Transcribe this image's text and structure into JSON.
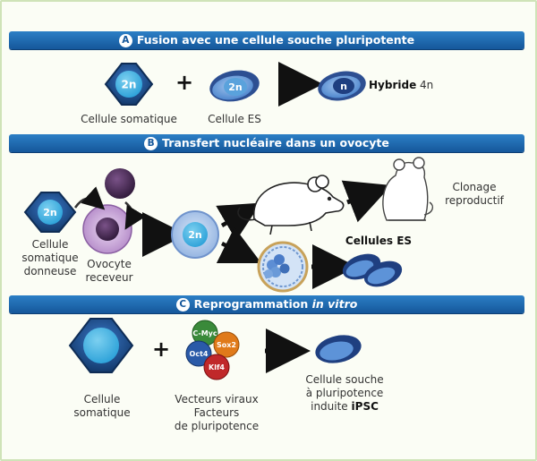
{
  "sectionA": {
    "letter": "A",
    "title": "Fusion avec une cellule souche pluripotente",
    "hex_label": "2n",
    "es_label": "2n",
    "hybrid_label": "n",
    "caption_somatic": "Cellule somatique",
    "caption_es": "Cellule ES",
    "hybrid_word": "Hybride",
    "hybrid_ploidy": "4n"
  },
  "sectionB": {
    "letter": "B",
    "title": "Transfert nucléaire dans un ovocyte",
    "hex_label": "2n",
    "cell_label": "2n",
    "caption_donor": [
      "Cellule",
      "somatique",
      "donneuse"
    ],
    "caption_oocyte": [
      "Ovocyte",
      "receveur"
    ],
    "caption_clonage": [
      "Clonage",
      "reproductif"
    ],
    "caption_es": "Cellules ES"
  },
  "sectionC": {
    "letter": "C",
    "title_prefix": "Reprogrammation",
    "title_italic": "in vitro",
    "factors": [
      "C-Myc",
      "Sox2",
      "Oct4",
      "Klf4"
    ],
    "caption_somatic": [
      "Cellule",
      "somatique"
    ],
    "caption_vectors": [
      "Vecteurs viraux",
      "Facteurs",
      "de pluripotence"
    ],
    "caption_ipsc_lines": [
      "Cellule souche",
      "à pluripotence"
    ],
    "caption_ipsc_prefix": "induite",
    "caption_ipsc_bold": "iPSC"
  },
  "colors": {
    "banner": "#1f6db5",
    "hexagon": "#1d4f8c",
    "cell_blue": "#4a86cf",
    "nucleus_dark": "#2d3a88",
    "oocyte": "#c8a6d8",
    "oocyte_dark": "#4a2a58",
    "myc": "#3a8a3a",
    "sox": "#e07a1a",
    "oct": "#2a5aa8",
    "klf": "#c0282a"
  }
}
